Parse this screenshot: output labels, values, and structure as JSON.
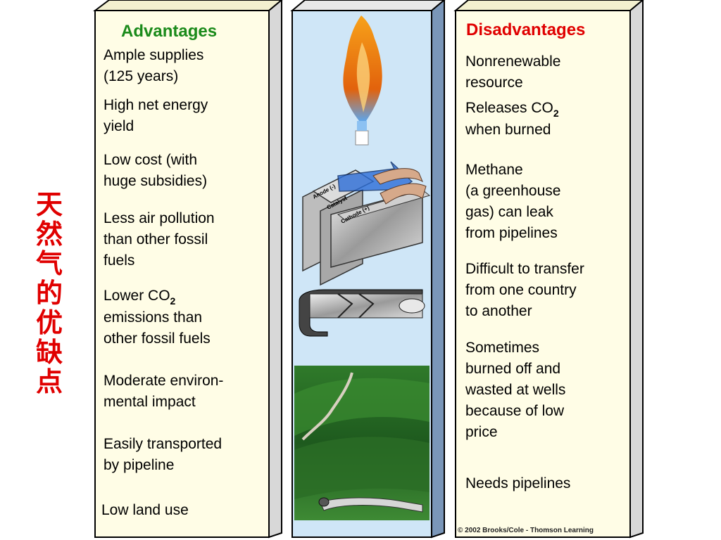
{
  "side_title": [
    "天",
    "然",
    "气",
    "的",
    "优",
    "缺",
    "点"
  ],
  "advantages": {
    "heading": "Advantages",
    "items": [
      [
        "Ample supplies",
        "(125 years)"
      ],
      [
        "High net energy",
        "yield"
      ],
      [
        "Low cost (with",
        "huge subsidies)"
      ],
      [
        "Less air pollution",
        "than other fossil",
        "fuels"
      ],
      [
        "Lower CO",
        "emissions than",
        "other fossil fuels"
      ],
      [
        "Moderate environ-",
        "mental impact"
      ],
      [
        "Easily transported",
        "by pipeline"
      ],
      [
        "Low land use"
      ]
    ],
    "co2_subscript": "2"
  },
  "disadvantages": {
    "heading": "Disadvantages",
    "items": [
      [
        "Nonrenewable",
        "resource"
      ],
      [
        "Releases CO",
        "when burned"
      ],
      [
        "Methane",
        "(a greenhouse",
        "gas) can leak",
        "from pipelines"
      ],
      [
        "Difficult to transfer",
        "from one country",
        "to another"
      ],
      [
        "Sometimes",
        "burned off and",
        "wasted at wells",
        "because of low",
        "price"
      ],
      [
        "Needs pipelines"
      ]
    ],
    "co2_subscript": "2"
  },
  "fuel_cell_labels": {
    "anode": "Anode (-)",
    "catalyst": "Catalyst",
    "cathode": "Cathode (+)"
  },
  "copyright": "© 2002 Brooks/Cole - Thomson Learning",
  "colors": {
    "adv_heading": "#1a8a1a",
    "dis_heading": "#e00000",
    "side_title": "#e00000",
    "column_face": "#fffde6",
    "middle_face": "#cfe6f7"
  }
}
